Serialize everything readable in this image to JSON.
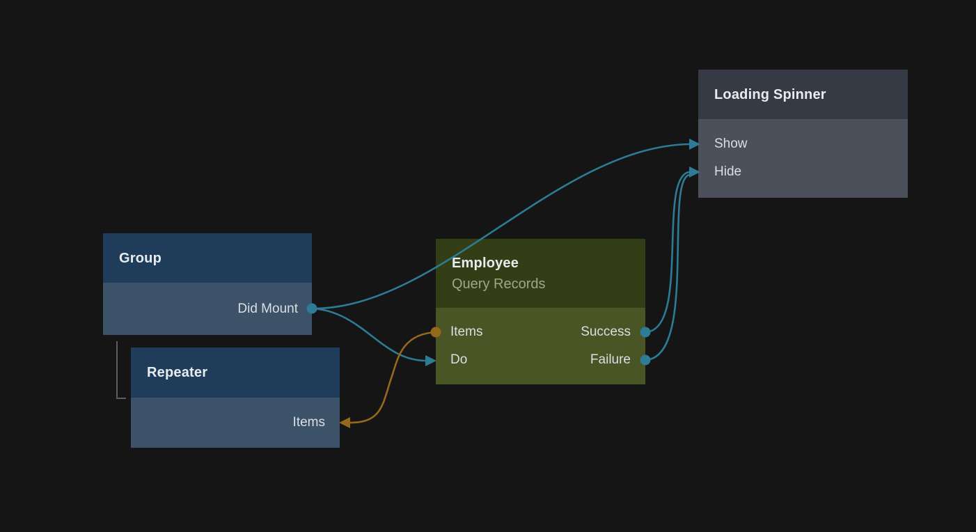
{
  "nodes": {
    "group": {
      "title": "Group",
      "ports": {
        "did_mount": "Did Mount"
      }
    },
    "repeater": {
      "title": "Repeater",
      "ports": {
        "items": "Items"
      }
    },
    "employee": {
      "title": "Employee",
      "subtitle": "Query Records",
      "ports": {
        "items": "Items",
        "do": "Do",
        "success": "Success",
        "failure": "Failure"
      }
    },
    "loading_spinner": {
      "title": "Loading Spinner",
      "ports": {
        "show": "Show",
        "hide": "Hide"
      }
    }
  },
  "connections": [
    {
      "from": "Group.Did Mount",
      "to": "Loading Spinner.Show",
      "kind": "signal",
      "color": "#2d7b95"
    },
    {
      "from": "Group.Did Mount",
      "to": "Employee.Do",
      "kind": "signal",
      "color": "#2d7b95"
    },
    {
      "from": "Employee.Success",
      "to": "Loading Spinner.Hide",
      "kind": "signal",
      "color": "#2d7b95"
    },
    {
      "from": "Employee.Failure",
      "to": "Loading Spinner.Hide",
      "kind": "signal",
      "color": "#2d7b95"
    },
    {
      "from": "Employee.Items",
      "to": "Repeater.Items",
      "kind": "data",
      "color": "#95681c"
    }
  ],
  "hierarchy": {
    "parent": "Group",
    "child": "Repeater"
  },
  "palette": {
    "background": "#151515",
    "signal_wire": "#2d7b95",
    "data_wire": "#95681c",
    "hierarchy_line": "#5d5d5d",
    "blue_node_header": "#1f3d5a",
    "blue_node_body": "#3c5269",
    "green_node_header": "#333e16",
    "green_node_body": "#4a5526",
    "gray_node_header": "#363a44",
    "gray_node_body": "#4c505a",
    "title_text": "#e9ecef",
    "subtitle_text": "#9ca78b",
    "port_text": "#dadfe3"
  }
}
